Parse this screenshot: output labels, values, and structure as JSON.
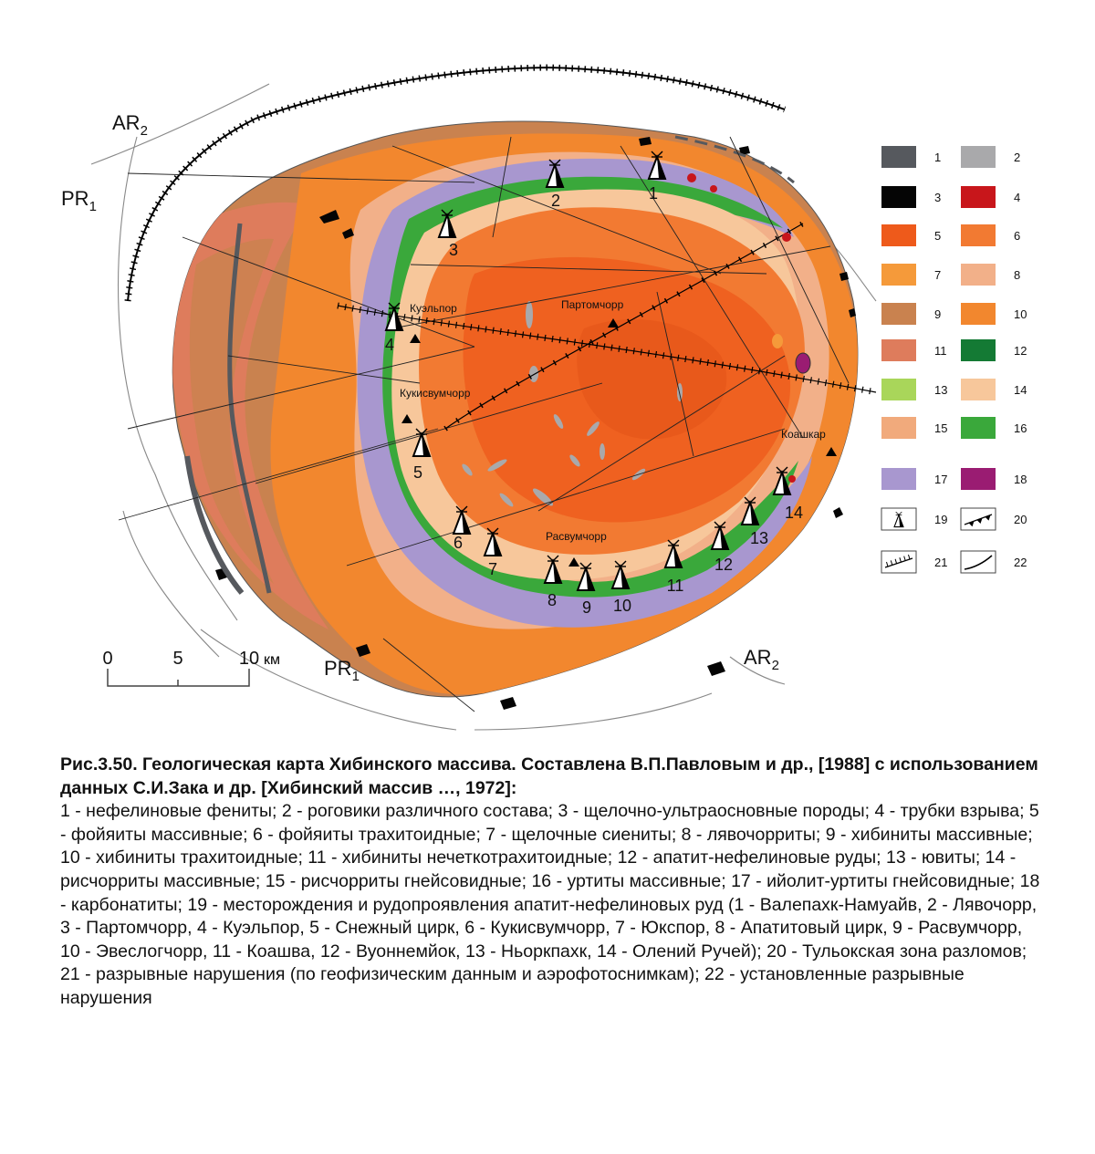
{
  "map": {
    "region_labels": {
      "ar2_top": "AR",
      "ar2_bottom": "AR",
      "pr1_left": "PR",
      "pr1_bottom": "PR",
      "sub2": "2",
      "sub1": "1"
    },
    "places": [
      "Куэльпор",
      "Партомчорр",
      "Кукисвумчорр",
      "Коашкар",
      "Расвумчорр"
    ],
    "deposits": [
      "1",
      "2",
      "3",
      "4",
      "5",
      "6",
      "7",
      "8",
      "9",
      "10",
      "11",
      "12",
      "13",
      "14"
    ],
    "scale": {
      "ticks": [
        "0",
        "5",
        "10"
      ],
      "unit": "км"
    },
    "legend": [
      {
        "n": "1",
        "color": "#56595e"
      },
      {
        "n": "2",
        "color": "#a9a9ab"
      },
      {
        "n": "3",
        "color": "#050505"
      },
      {
        "n": "4",
        "color": "#c8161b"
      },
      {
        "n": "5",
        "color": "#ee5a1b"
      },
      {
        "n": "6",
        "color": "#f27a32"
      },
      {
        "n": "7",
        "color": "#f59a3a"
      },
      {
        "n": "8",
        "color": "#f2b089"
      },
      {
        "n": "9",
        "color": "#c9824f"
      },
      {
        "n": "10",
        "color": "#f2872e"
      },
      {
        "n": "11",
        "color": "#de7c5c"
      },
      {
        "n": "12",
        "color": "#147a34"
      },
      {
        "n": "13",
        "color": "#a9d65a"
      },
      {
        "n": "14",
        "color": "#f7c79b"
      },
      {
        "n": "15",
        "color": "#f1aa7c"
      },
      {
        "n": "16",
        "color": "#3aa83b"
      },
      {
        "n": "17",
        "color": "#a897cf"
      },
      {
        "n": "18",
        "color": "#9a1c72"
      },
      {
        "n": "19",
        "color": ""
      },
      {
        "n": "20",
        "color": ""
      },
      {
        "n": "21",
        "color": ""
      },
      {
        "n": "22",
        "color": ""
      }
    ]
  },
  "caption": {
    "title": "Рис.3.50. Геологическая карта Хибинского массива. Составлена В.П.Павловым и др., [1988] с использованием данных С.И.Зака и др. [Хибинский массив …, 1972]:",
    "body": "1 - нефелиновые фениты; 2 - роговики различного состава; 3 - щелочно-ультраосновные породы; 4 - трубки взрыва; 5 - фойяиты массивные; 6 - фойяиты трахитоидные; 7 - щелочные сиениты; 8 - лявочорриты; 9 - хибиниты массивные; 10 - хибиниты трахитоидные; 11 - хибиниты нечеткотрахитоидные; 12 - апатит-нефелиновые руды; 13 - ювиты; 14 - рисчорриты массивные; 15 - рисчорриты гнейсовидные; 16 - уртиты массивные; 17 - ийолит-уртиты гнейсовидные; 18 - карбонатиты; 19 - месторождения и рудопроявления апатит-нефелиновых руд (1 - Валепахк-Намуайв, 2 - Лявочорр, 3 - Партомчорр, 4 - Куэльпор, 5 - Снежный цирк, 6 - Кукисвумчорр, 7 - Юкспор, 8 - Апатитовый цирк, 9 - Расвумчорр, 10 - Эвеслогчорр, 11 - Коашва, 12 - Вуоннемйок, 13 - Ньоркпахк, 14 - Олений Ручей); 20 - Тульокская зона разломов; 21 - разрывные нарушения (по геофизическим данным и аэрофотоснимкам); 22 - установленные разрывные нарушения"
  }
}
